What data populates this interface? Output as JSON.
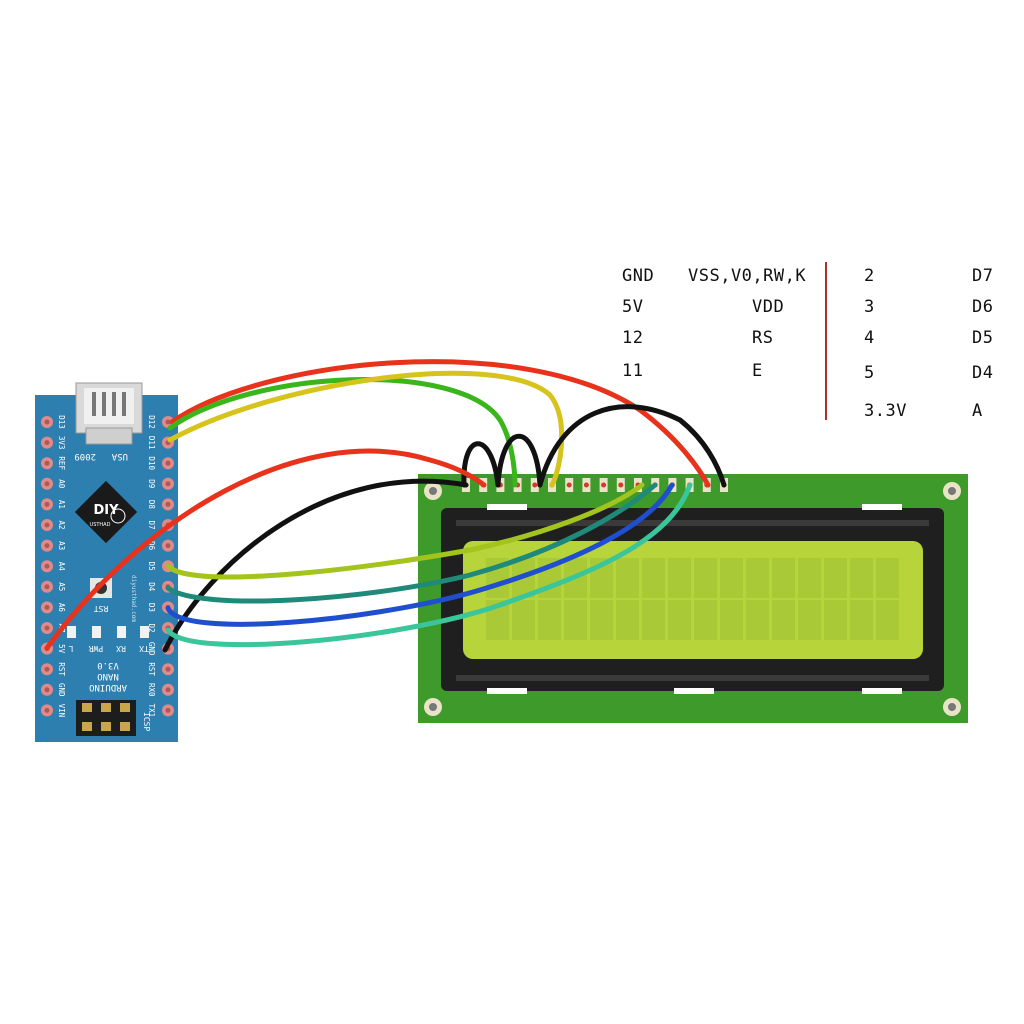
{
  "board": {
    "name_line1": "ARDUINO",
    "name_line2": "NANO",
    "version": "V3.0",
    "usa_label": "USA",
    "year_label": "2009",
    "logo_text": "DIY",
    "logo_subtext": "USTHAD",
    "url_text": "diyusthad.com",
    "rst_button_label": "RST",
    "icsp_label": "ICSP",
    "led_labels": [
      "L",
      "PWR",
      "RX",
      "TX"
    ],
    "left_pins": [
      "D13",
      "3V3",
      "REF",
      "A0",
      "A1",
      "A2",
      "A3",
      "A4",
      "A5",
      "A6",
      "A7",
      "5V",
      "RST",
      "GND",
      "VIN"
    ],
    "right_pins": [
      "D12",
      "D11",
      "D10",
      "D9",
      "D8",
      "D7",
      "D6",
      "D5",
      "D4",
      "D3",
      "D2",
      "GND",
      "RST",
      "RX0",
      "TX1"
    ]
  },
  "lcd": {
    "pin_count": 16,
    "rows": 2,
    "cols": 16
  },
  "pin_table": {
    "left": [
      {
        "board": "GND",
        "lcd": "VSS,V0,RW,K"
      },
      {
        "board": "5V",
        "lcd": "VDD"
      },
      {
        "board": "12",
        "lcd": "RS"
      },
      {
        "board": "11",
        "lcd": "E"
      }
    ],
    "right": [
      {
        "board": "2",
        "lcd": "D7"
      },
      {
        "board": "3",
        "lcd": "D6"
      },
      {
        "board": "4",
        "lcd": "D5"
      },
      {
        "board": "5",
        "lcd": "D4"
      },
      {
        "board": "3.3V",
        "lcd": "A"
      }
    ],
    "divider_color": "#a83232"
  },
  "colors": {
    "board_blue": "#2d7faf",
    "pin_pad": "#e08a8a",
    "lcd_pcb": "#3e9a2a",
    "lcd_bezel": "#1f1f1f",
    "lcd_screen": "#b7d43b",
    "wire_red": "#e8321b",
    "wire_green": "#3ab61c",
    "wire_yellow": "#d6c31b",
    "wire_black": "#111111",
    "wire_lime": "#a3c41d",
    "wire_teal": "#208a7a",
    "wire_blue": "#1f4fcf",
    "wire_aqua": "#3ac69a"
  }
}
